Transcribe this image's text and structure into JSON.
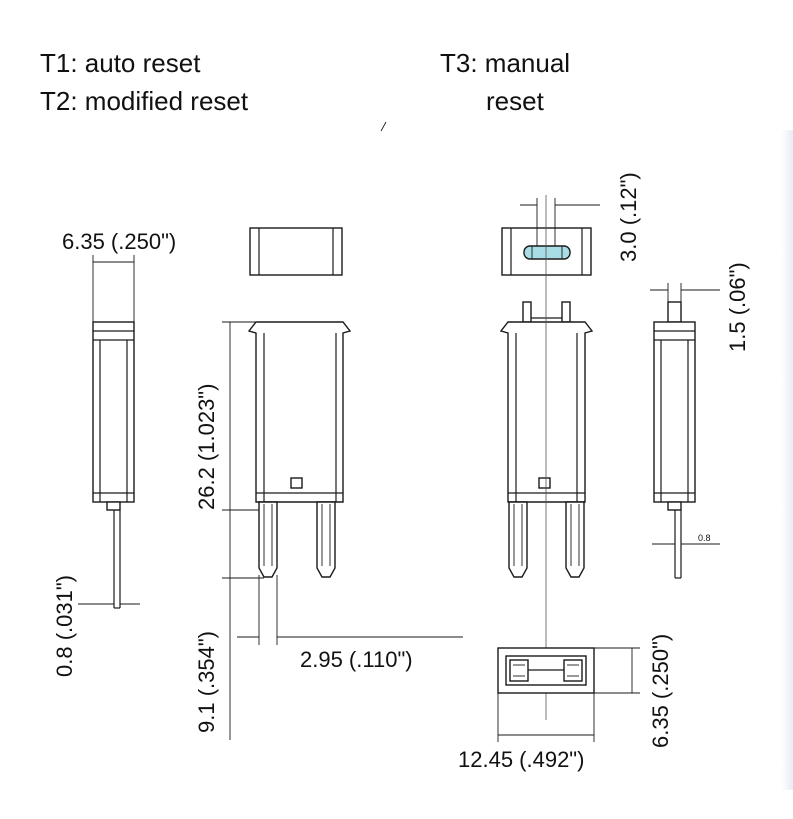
{
  "legend": {
    "t1": "T1: auto reset",
    "t2": "T2: modified reset",
    "t3_line1": "T3: manual",
    "t3_line2": "reset"
  },
  "dimensions": {
    "width_side": "6.35 (.250\")",
    "pin_thickness": "0.8 (.031\")",
    "body_height": "26.2 (1.023\")",
    "pin_length": "9.1 (.354\")",
    "pin_width": "2.95 (.110\")",
    "button_width": "3.0 (.12\")",
    "button_offset": "1.5 (.06\")",
    "pin_thickness_small": "0.8",
    "bottom_depth": "6.35 (.250\")",
    "bottom_length": "12.45 (.492\")"
  },
  "colors": {
    "button_highlight": "#a9dde6"
  }
}
